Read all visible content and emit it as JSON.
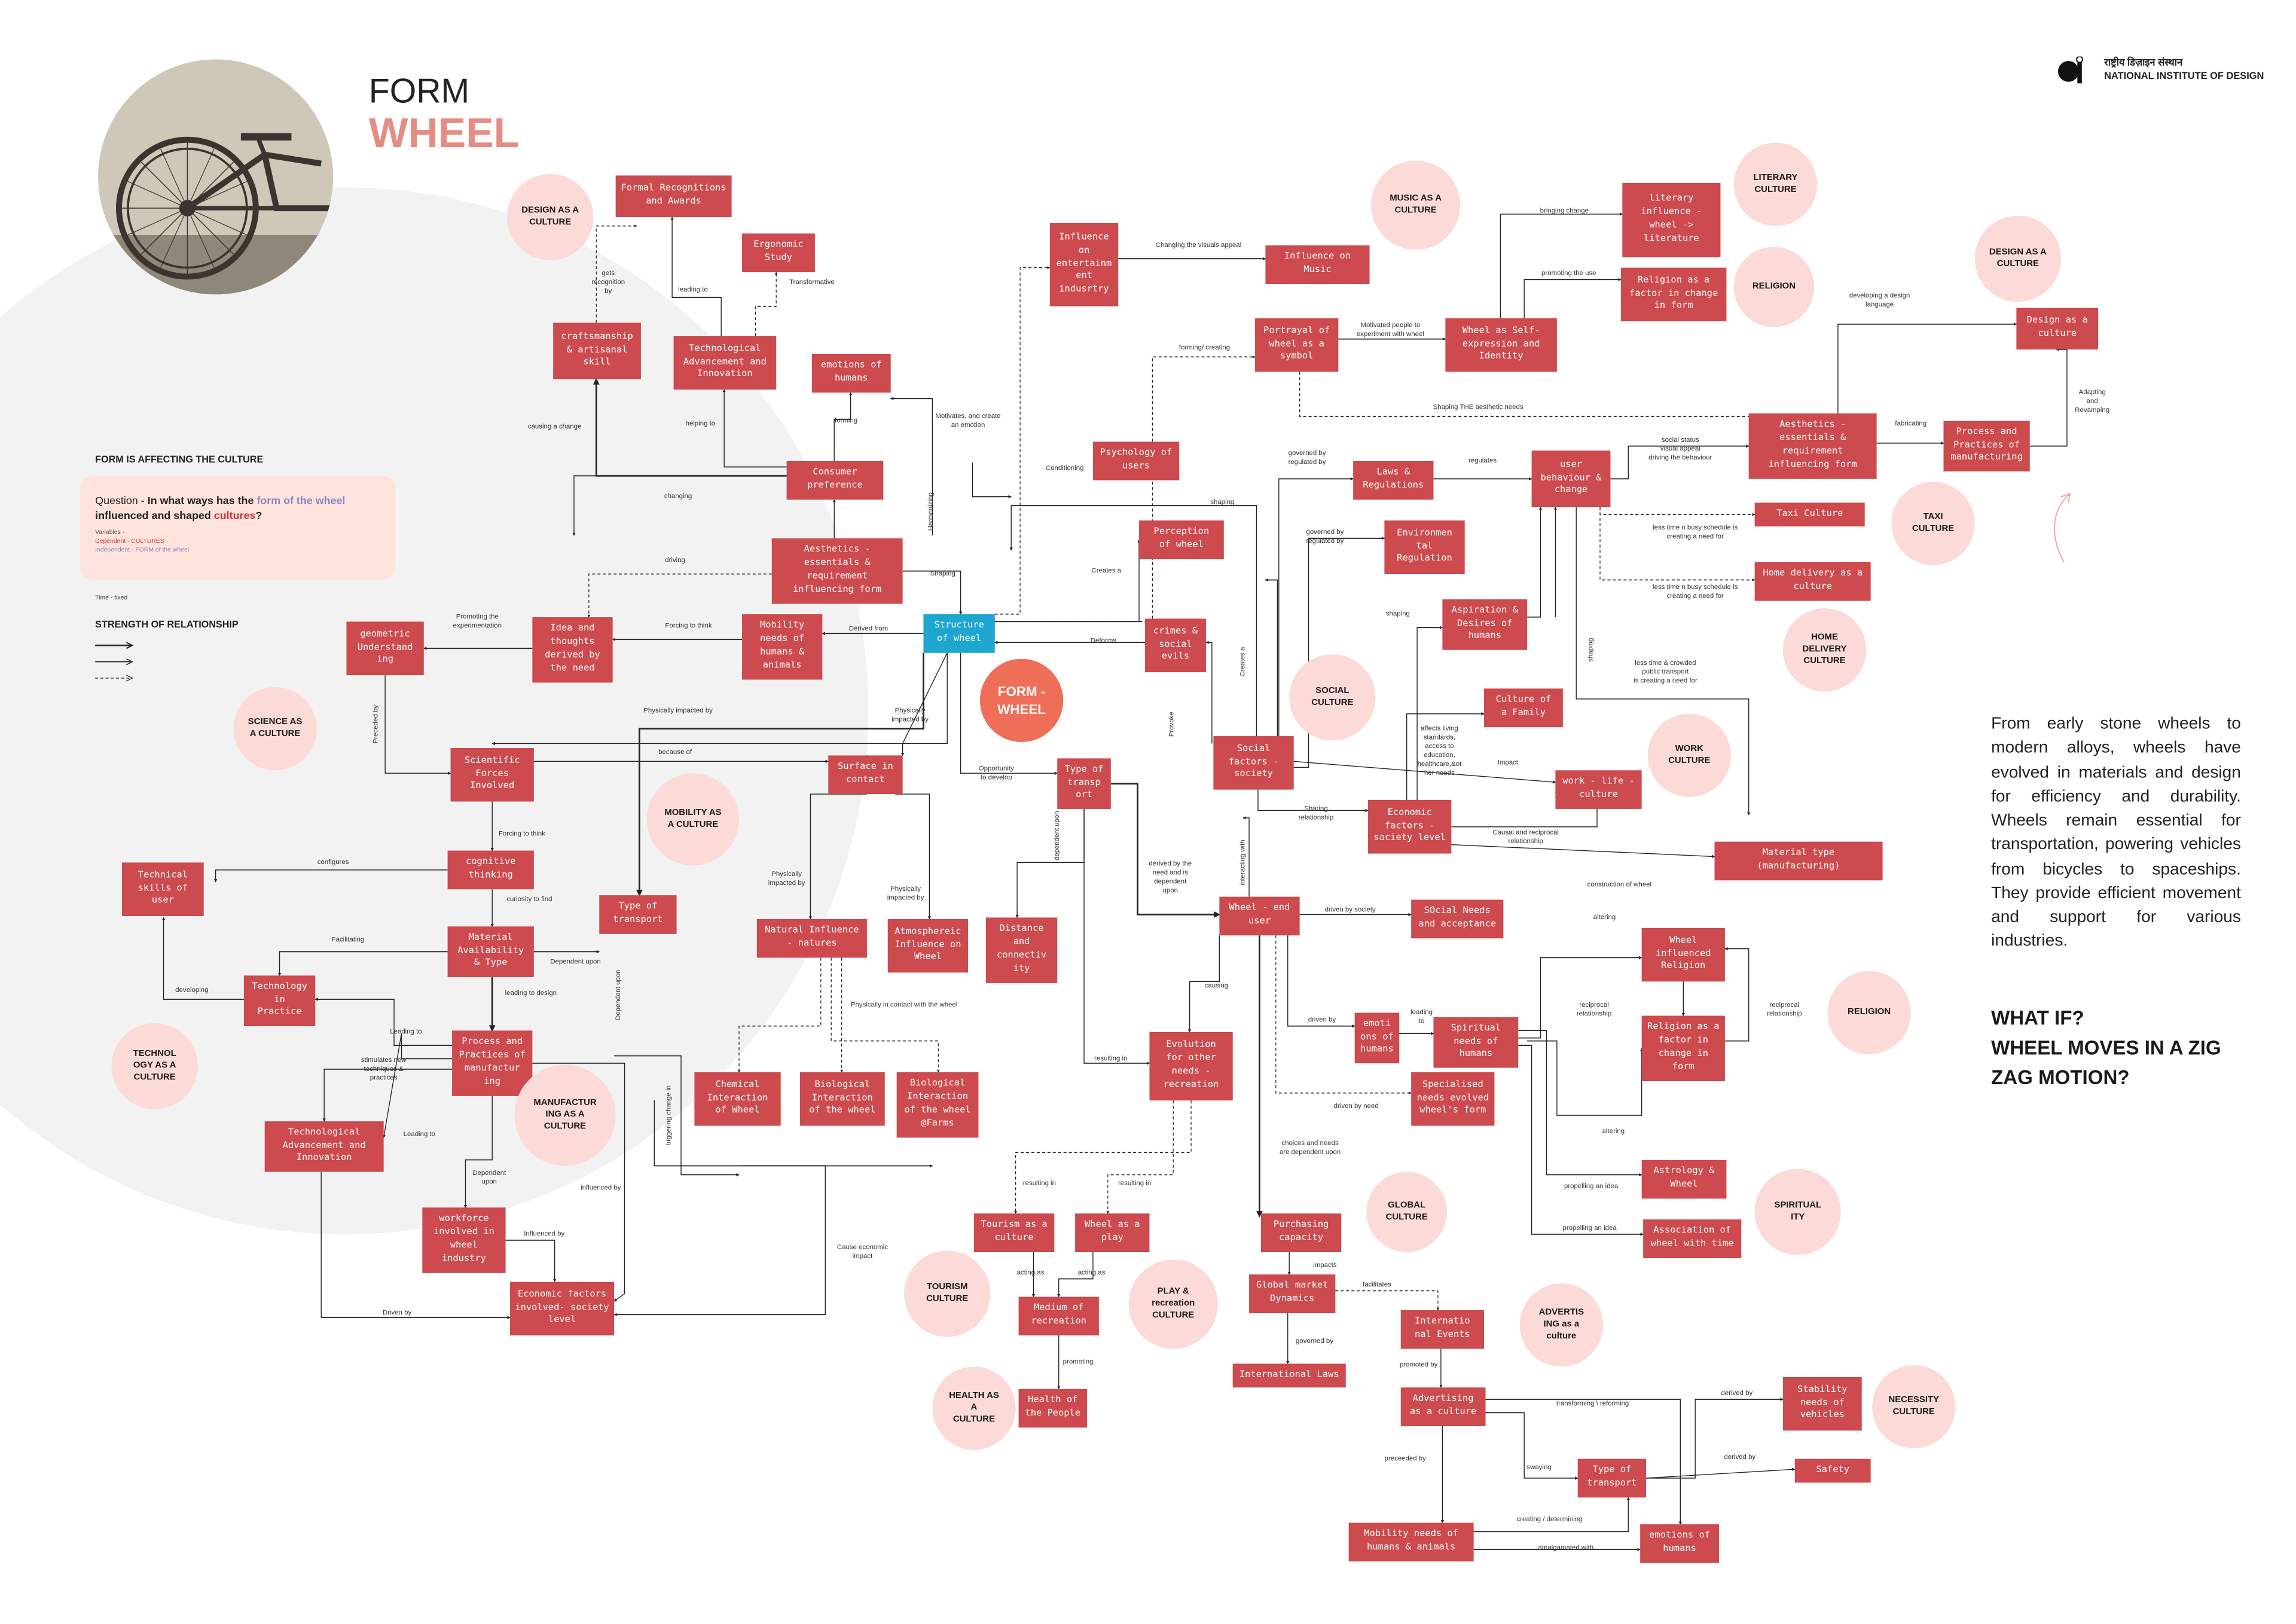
{
  "title": {
    "line1": "FORM",
    "line2": "WHEEL"
  },
  "logo": {
    "hindi": "राष्ट्रीय डिज़ाइन संस्थान",
    "english": "NATIONAL INSTITUTE OF DESIGN"
  },
  "question_panel": {
    "heading": "FORM IS AFFECTING THE CULTURE",
    "question_prefix": "Question - ",
    "question_bold_1": "In what ways has the ",
    "question_highlight": "form of the wheel",
    "question_bold_2": " influenced and shaped ",
    "question_red": "cultures",
    "question_end": "?",
    "variables_label": "Variables -",
    "dependent": "Dependent - CULTURES",
    "independent": "Independent - FORM of the wheel",
    "time": "Time - fixed",
    "strength_heading": "STRENGTH OF RELATIONSHIP"
  },
  "description": "From early stone wheels to modern alloys, wheels have evolved in materials and design for efficiency and durability. Wheels remain essential for transportation, powering vehicles from bicycles to spaceships. They provide efficient movement and support for various industries.",
  "what_if": "WHAT IF?\nWHEEL MOVES IN A ZIG ZAG MOTION?",
  "colors": {
    "node": "#cd4a4e",
    "node_central": "#1ea6d1",
    "bubble": "#fbdad7",
    "bubble_center": "#ee6e58",
    "title_accent": "#e58d83"
  },
  "nodes": {
    "formal": "Formal Recognitions\nand Awards",
    "ergonomic": "Ergonomic\nStudy",
    "craftsmanship": "craftsmanship\n& artisanal\nskill",
    "tech_adv_top": "Technological\nAdvancement and\nInnovation",
    "emotions_top": "emotions of\nhumans",
    "consumer_pref": "Consumer\npreference",
    "aesthetics_mid": "Aesthetics -\nessentials &\nrequirement\ninfluencing form",
    "influence_ent": "Influence\non\nentertainm\nent\nindusrtry",
    "influence_music": "Influence on\nMusic",
    "psychology": "Psychology of\nusers",
    "perception": "Perception\nof wheel",
    "portrayal": "Portrayal of\nwheel as a\nsymbol",
    "self_expression": "Wheel as Self-\nexpression and\nIdentity",
    "literary": "literary\ninfluence -\nwheel ->\nliterature",
    "religion_factor_top": "Religion as a\nfactor in change\nin form",
    "aesthetics_right": "Aesthetics -\nessentials &\nrequirement\ninfluencing form",
    "process_right": "Process and\nPractices of\nmanufacturing",
    "design_culture_node": "Design as a\nculture",
    "laws": "Laws &\nRegulations",
    "user_behaviour": "user\nbehaviour &\nchange",
    "environmental": "Environmen\ntal\nRegulation",
    "taxi": "Taxi Culture",
    "home_delivery": "Home delivery as a\nculture",
    "aspiration": "Aspiration &\nDesires of\nhumans",
    "culture_family": "Culture of\na Family",
    "work_life": "work - life -\nculture",
    "economic_society": "Economic\nfactors -\nsociety level",
    "material_type": "Material type\n(manufacturing)",
    "social_factors": "Social\nfactors -\nsociety",
    "crimes": "crimes &\nsocial\nevils",
    "structure": "Structure\nof wheel",
    "geometric": "geometric\nUnderstand\ning",
    "idea": "Idea and\nthoughts\nderived by\nthe need",
    "mobility_needs_left": "Mobility\nneeds of\nhumans &\nanimals",
    "scientific": "Scientific\nForces\nInvolved",
    "surface": "Surface in\ncontact",
    "type_transport_mid": "Type of\ntransp\nort",
    "cognitive": "cognitive\nthinking",
    "technical_skills": "Technical\nskills of\nuser",
    "type_transport_left": "Type of\ntransport",
    "material_avail": "Material\nAvailability\n& Type",
    "tech_practice": "Technology\nin\nPractice",
    "natural_influence": "Natural Influence\n- natures",
    "atmospheric": "Atmosphereic\nInfluence on\nWheel",
    "distance": "Distance\nand\nconnectiv\nity",
    "wheel_end_user": "Wheel - end\nuser",
    "social_needs": "SOcial Needs\nand acceptance",
    "process_left": "Process and\nPractices of\nmanufactur\ning",
    "tech_adv_left": "Technological\nAdvancement and\nInnovation",
    "chemical": "Chemical\nInteraction\nof Wheel",
    "biological": "Biological\nInteraction\nof the wheel",
    "biological_farms": "Biological\nInteraction\nof the wheel\n@Farms",
    "evolution": "Evolution\nfor other\nneeds -\nrecreation",
    "wheel_religion": "Wheel\ninfluenced\nReligion",
    "emotions_mid": "emoti\nons of\nhumans",
    "spiritual_needs": "Spiritual\nneeds of\nhumans",
    "religion_factor_bottom": "Religion as a\nfactor in\nchange in\nform",
    "specialised": "Specialised\nneeds evolved\nwheel's form",
    "astrology": "Astrology &\nWheel",
    "association": "Association of\nwheel with time",
    "workforce": "workforce\ninvolved in\nwheel\nindustry",
    "economic_left": "Economic factors\ninvolved- society\nlevel",
    "tourism": "Tourism as a\nculture",
    "wheel_play": "Wheel as a\nplay",
    "medium_recreation": "Medium of\nrecreation",
    "health_people": "Health of\nthe People",
    "purchasing": "Purchasing\ncapacity",
    "global_market": "Global market\nDynamics",
    "international_laws": "International Laws",
    "international_events": "Internatio\nnal Events",
    "advertising": "Advertising\nas a culture",
    "type_transport_bottom": "Type of\ntransport",
    "stability": "Stability\nneeds of\nvehicles",
    "safety": "Safety",
    "mobility_bottom": "Mobility needs of\nhumans & animals",
    "emotions_bottom": "emotions of\nhumans"
  },
  "bubbles": {
    "design_culture_left": "DESIGN AS A\nCULTURE",
    "music_culture": "MUSIC AS A\nCULTURE",
    "literary_culture": "LITERARY\nCULTURE",
    "religion_top": "RELIGION",
    "design_culture_right": "DESIGN AS A\nCULTURE",
    "taxi_culture": "TAXI\nCULTURE",
    "home_delivery_culture": "HOME\nDELIVERY\nCULTURE",
    "social_culture": "SOCIAL\nCULTURE",
    "work_culture": "WORK\nCULTURE",
    "center": "FORM -\nWHEEL",
    "science_culture": "SCIENCE AS\nA CULTURE",
    "mobility_culture": "MOBILITY AS\nA CULTURE",
    "technology_culture": "TECHNOL\nOGY AS A\nCULTURE",
    "manufacturing_culture": "MANUFACTUR\nING AS A\nCULTURE",
    "religion_mid": "RELIGION",
    "global_culture": "GLOBAL\nCULTURE",
    "spirituality": "SPIRITUAL\nITY",
    "tourism_culture": "TOURISM\nCULTURE",
    "play_culture": "PLAY &\nrecreation\nCULTURE",
    "health_culture": "HEALTH AS\nA\nCULTURE",
    "advertising_culture": "ADVERTIS\nING as a\nculture",
    "necessity_culture": "NECESSITY\nCULTURE"
  },
  "edge_labels": {
    "gets_recognition": "gets\nrecognition\nby",
    "leading_to_top": "leading to",
    "transformative": "Transformative",
    "causing_change": "causing a change",
    "helping_to": "helping to",
    "forming": "forming",
    "motivates": "Motivates, and create\nan emotion",
    "changing": "changing",
    "harmonizing": "Harmonizing",
    "driving": "driving",
    "shaping_a": "Shaping",
    "promoting_exp": "Promoting the\nexperimentation",
    "forcing_think_top": "Forcing to think",
    "derived_from": "Derived from",
    "changing_visuals": "Changing the visuals appeal",
    "forming_creating": "forming/ creating",
    "conditioning": "Conditioning",
    "shaping_b": "shaping",
    "creates_a": "Creates a",
    "deforms": "Deforms",
    "motivated_people": "Motivated people to\nexperiment with wheel",
    "bringing_change": "bringing change",
    "promoting_use": "promoting the use",
    "shaping_aesthetic": "Shaping THE aesthetic needs",
    "governed_by_1": "governed by\nregulated by",
    "regulates": "regulates",
    "governed_by_2": "governed by\nregulated by",
    "social_status": "social status\nvisual appeal\ndriving the behaviour",
    "developing_lang": "developing a design\nlanguage",
    "fabricating": "fabricating",
    "adapting": "Adapting\nand\nRevamping",
    "less_time_1": "less time n busy schedule is\ncreating a need for",
    "less_time_2": "less time n busy schedule is\ncreating a need for",
    "less_time_3": "less time & crowded\npublic transport\nis creating a need for",
    "shaping_c": "shaping",
    "shaping_d": "shaping",
    "affects_living": "affects living\nstandards,\naccess to\neducation,\nhealthcare,&ot\nher needs",
    "impact": "Impact",
    "creates_a_2": "Creates a",
    "provoke": "Provoke",
    "sharing_rel": "Sharing\nrelationship",
    "causal_reciprocal": "Causal and reciprocal\nrelationship",
    "construction": "construction of wheel",
    "preceded_by": "Preceded by",
    "phys_impacted_1": "Physically impacted by",
    "phys_impacted_2": "Physically\nimpacted by",
    "because_of": "because of",
    "opportunity": "Opportunity\nto develop",
    "forcing_think_2": "Forcing to think",
    "configures": "configures",
    "curiosity": "curiosity to find",
    "phys_impacted_3": "Physically\nimpacted by",
    "phys_impacted_4": "Physically\nimpacted by",
    "dependent_upon_1": "dependent upon",
    "derived_need": "derived by the\nneed and is\ndependent\nupon",
    "interacting": "interacting with",
    "driven_society": "driven by society",
    "facilitating": "Facilitating",
    "dependent_upon_2": "Dependent upon",
    "dependent_upon_3": "Dependent upon",
    "developing": "developing",
    "leading_design": "leading to design",
    "leading_to_left": "Leading to",
    "phys_contact": "Physically in contact with the wheel",
    "stimulates": "stimulates new\ntechniques &\npractices",
    "leading_to_2": "Leading to",
    "triggering": "triggering change in",
    "causing": "causing",
    "resulting_in_1": "resulting in",
    "altering_1": "altering",
    "reciprocal_1": "reciprocal\nrelationship",
    "reciprocal_2": "reciprocal\nrelationship",
    "driven_by_1": "driven by",
    "leading_to_3": "leading\nto",
    "driven_need": "driven by need",
    "altering_2": "altering",
    "propelling_1": "propelling an idea",
    "propelling_2": "propelling an idea",
    "dependent_upon_4": "Dependent\nupon",
    "influenced_by_1": "influenced by",
    "influenced_by_2": "Influenced by",
    "driven_by_2": "Driven by",
    "cause_economic": "Cause economic\nimpact",
    "resulting_in_2": "resulting in",
    "resulting_in_3": "resulting in",
    "acting_as_1": "acting as",
    "acting_as_2": "acting as",
    "promoting": "promoting",
    "choices_needs": "choices and needs\nare dependent upon",
    "impacts": "impacts",
    "facilitates": "facilitates",
    "governed_by_3": "governed by",
    "promoted_by": "promoted by",
    "transforming": "transforming \\ reforming",
    "preceeded_by": "preceeded by",
    "swaying": "swaying",
    "derived_by_1": "derived by",
    "derived_by_2": "derived by",
    "creating_determining": "creating / determining",
    "amalgamated": "amalgamated with"
  }
}
